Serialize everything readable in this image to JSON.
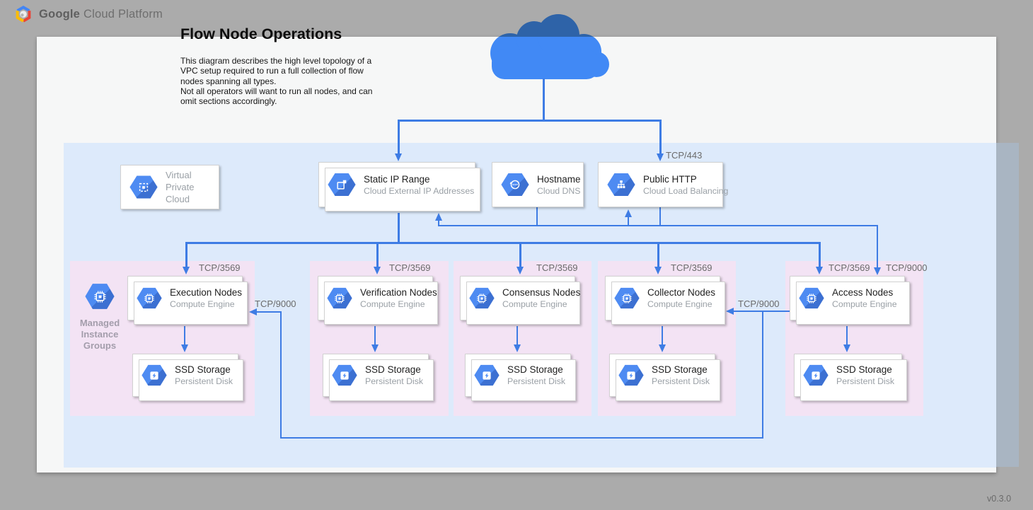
{
  "brand": {
    "bold": "Google",
    "rest": "Cloud Platform"
  },
  "title": "Flow Node Operations",
  "description": "This diagram describes the high level topology of a\nVPC setup required to run a full collection of flow\nnodes spanning all types.\nNot all operators will want to run all nodes, and can\nomit sections accordingly.",
  "version": "v0.3.0",
  "ports": {
    "https": "TCP/443",
    "node": "TCP/3569",
    "grpc": "TCP/9000"
  },
  "services": [
    {
      "title": "Virtual\nPrivate Cloud",
      "subtitle": "",
      "icon": "vpc-icon"
    },
    {
      "title": "Static IP Range",
      "subtitle": "Cloud External IP Addresses",
      "icon": "external-ip-icon"
    },
    {
      "title": "Hostname",
      "subtitle": "Cloud DNS",
      "icon": "cloud-dns-icon"
    },
    {
      "title": "Public HTTP",
      "subtitle": "Cloud Load Balancing",
      "icon": "load-balancer-icon"
    }
  ],
  "managed_label": "Managed\nInstance\nGroups",
  "groups": [
    {
      "node": {
        "title": "Execution Nodes",
        "subtitle": "Compute Engine"
      },
      "storage": {
        "title": "SSD Storage",
        "subtitle": "Persistent Disk"
      }
    },
    {
      "node": {
        "title": "Verification Nodes",
        "subtitle": "Compute Engine"
      },
      "storage": {
        "title": "SSD Storage",
        "subtitle": "Persistent Disk"
      }
    },
    {
      "node": {
        "title": "Consensus Nodes",
        "subtitle": "Compute Engine"
      },
      "storage": {
        "title": "SSD Storage",
        "subtitle": "Persistent Disk"
      }
    },
    {
      "node": {
        "title": "Collector Nodes",
        "subtitle": "Compute Engine"
      },
      "storage": {
        "title": "SSD Storage",
        "subtitle": "Persistent Disk"
      }
    },
    {
      "node": {
        "title": "Access Nodes",
        "subtitle": "Compute Engine"
      },
      "storage": {
        "title": "SSD Storage",
        "subtitle": "Persistent Disk"
      }
    }
  ],
  "colors": {
    "accent": "#4285f4",
    "line": "#3e7ce4",
    "band": "#ddeafb",
    "group_bg": "#f3e3f4",
    "background": "#ababab"
  }
}
